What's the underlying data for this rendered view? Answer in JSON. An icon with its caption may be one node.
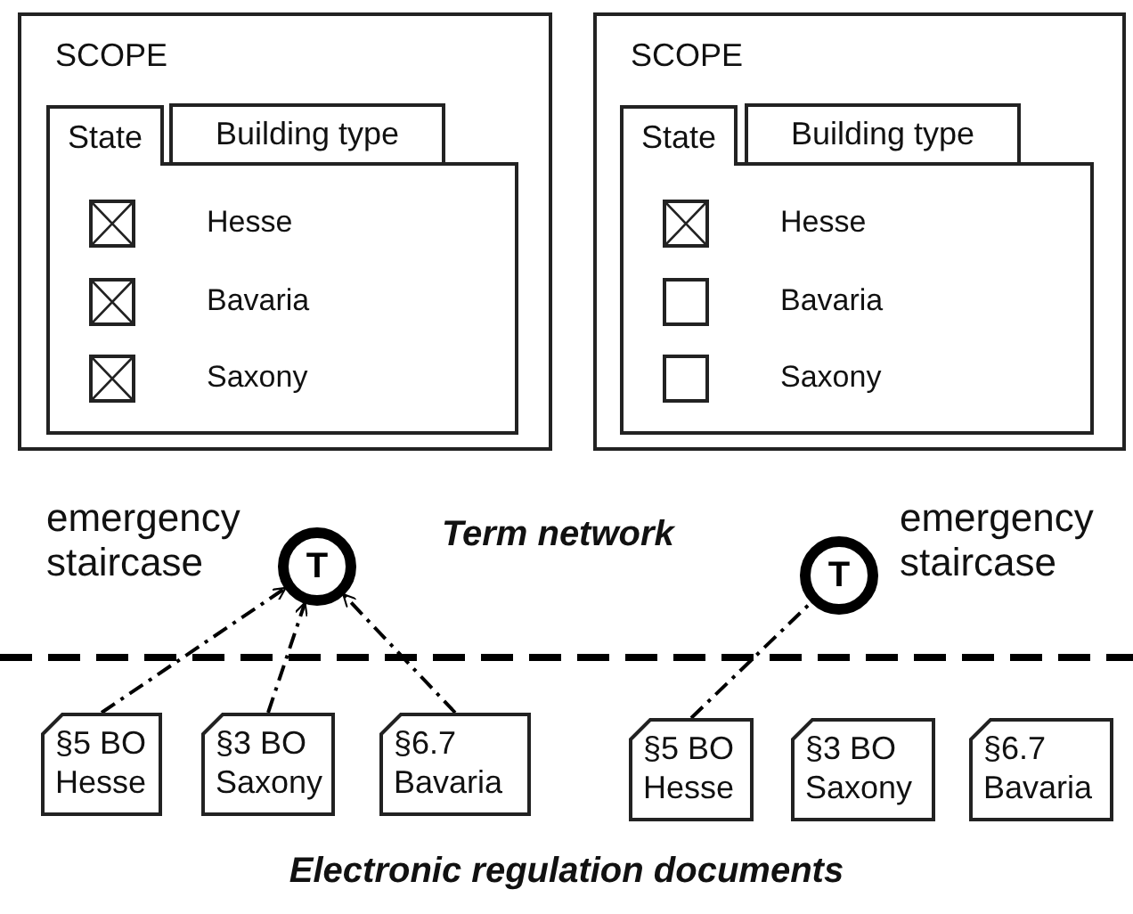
{
  "diagram": {
    "nodes": [
      {
        "text": [
          "SCOPE"
        ]
      },
      {
        "text": [
          "State"
        ],
        "in": 0
      },
      {
        "text": [
          "Building type"
        ],
        "in": 0
      },
      {
        "text": [],
        "shape": "box",
        "in": 0
      },
      {
        "text": [],
        "shape": "crossbox",
        "in": 3,
        "beside": [
          "Hesse"
        ]
      },
      {
        "text": [],
        "shape": "crossbox",
        "in": 3,
        "beside": [
          "Bavaria"
        ]
      },
      {
        "text": [],
        "shape": "crossbox",
        "in": 3,
        "beside": [
          "Saxony"
        ]
      },
      {
        "text": [
          "SCOPE"
        ]
      },
      {
        "text": [
          "State"
        ],
        "in": 7
      },
      {
        "text": [
          "Building type"
        ],
        "in": 7
      },
      {
        "text": [],
        "shape": "box",
        "in": 7
      },
      {
        "text": [],
        "shape": "crossbox",
        "in": 10,
        "beside": [
          "Hesse"
        ]
      },
      {
        "text": [],
        "shape": "box",
        "in": 10,
        "beside": [
          "Bavaria"
        ]
      },
      {
        "text": [],
        "shape": "box",
        "in": 10,
        "beside": [
          "Saxony"
        ]
      },
      {
        "text": [
          "T"
        ],
        "beside": [
          "emergency staircase"
        ]
      },
      {
        "text": [
          "T"
        ],
        "beside": [
          "emergency staircase"
        ]
      },
      {
        "text": [
          "§5 BO Hesse"
        ]
      },
      {
        "text": [
          "§3 BO Saxony"
        ]
      },
      {
        "text": [
          "§6.7 Bavaria"
        ]
      },
      {
        "text": [
          "§5 BO Hesse"
        ]
      },
      {
        "text": [
          "§3 BO Saxony"
        ]
      },
      {
        "text": [
          "§6.7 Bavaria"
        ]
      }
    ],
    "edges": [
      {
        "from": 16,
        "to": 14,
        "arrow": "to",
        "style": "dashed"
      },
      {
        "from": 17,
        "to": 14,
        "arrow": "to",
        "style": "dashed"
      },
      {
        "from": 18,
        "to": 14,
        "arrow": "to",
        "style": "dashed"
      },
      {
        "from": 19,
        "to": 15,
        "arrow": "none",
        "style": "dashed"
      }
    ],
    "labels": [
      "Term network",
      "Electronic regulation documents"
    ]
  }
}
